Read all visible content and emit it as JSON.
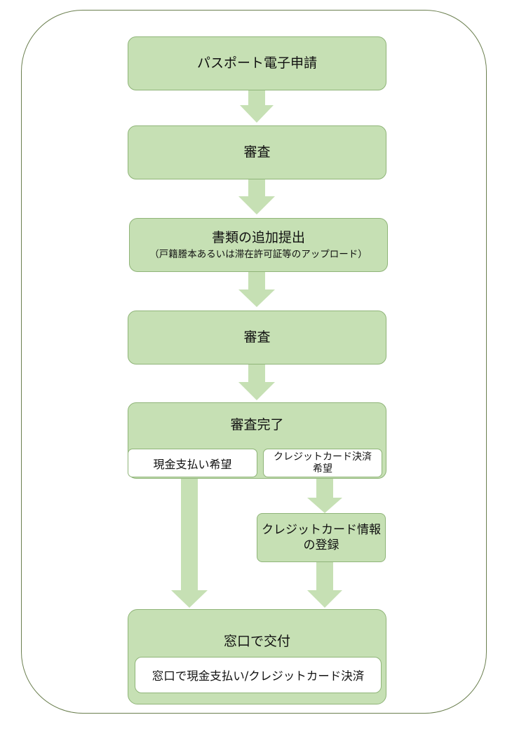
{
  "steps": {
    "apply": "パスポート電子申請",
    "review1": "審査",
    "additional": {
      "title": "書類の追加提出",
      "note": "（戸籍謄本あるいは滞在許可証等のアップロード）"
    },
    "review2": "審査",
    "complete": {
      "title": "審査完了",
      "cash_option": "現金支払い希望",
      "card_option_line1": "クレジットカード決済",
      "card_option_line2": "希望"
    },
    "card_register": {
      "line1": "クレジットカード情報",
      "line2": "の登録"
    },
    "issue": {
      "title": "窓口で交付",
      "payment": "窓口で現金支払い/クレジットカード決済"
    }
  },
  "colors": {
    "box_fill": "#c6e0b4",
    "box_border": "#8fb478",
    "arrow": "#c6e0b4",
    "frame": "#6b7f4f"
  }
}
